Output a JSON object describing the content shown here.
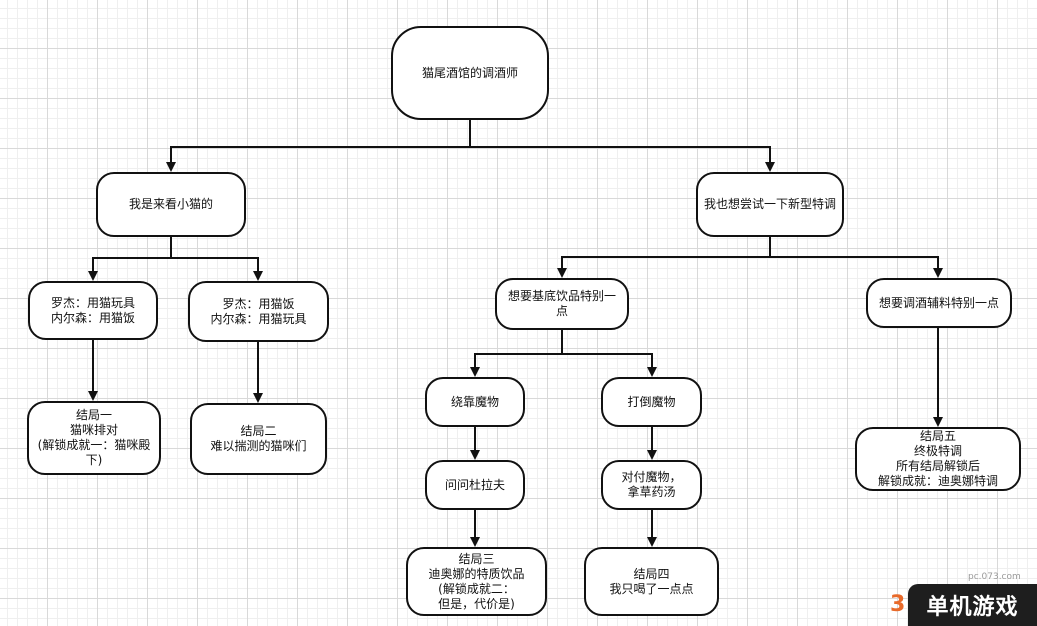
{
  "nodes": {
    "root": "猫尾酒馆的调酒师",
    "see_cat": "我是来看小猫的",
    "try_new": "我也想尝试一下新型特调",
    "rojie_toy": "罗杰：用猫玩具\n内尔森：用猫饭",
    "rojie_food": "罗杰：用猫饭\n内尔森：用猫玩具",
    "ending1": "结局一\n猫咪排对\n(解锁成就一：猫咪殿下)",
    "ending2": "结局二\n难以揣测的猫咪们",
    "base_drink": "想要基底饮品特别一点",
    "aux": "想要调酒辅料特别一点",
    "bypass": "绕靠魔物",
    "defeat": "打倒魔物",
    "ask_dulafu": "问问杜拉夫",
    "deal_monster": "对付魔物，\n拿草药汤",
    "ending3": "结局三\n迪奥娜的特质饮品\n(解锁成就二：\n但是，代价是)",
    "ending4": "结局四\n我只喝了一点点",
    "ending5": "结局五\n终极特调\n所有结局解锁后\n解锁成就：迪奥娜特调"
  },
  "watermark": {
    "brand": "单机游戏",
    "url": "pc.073.com",
    "num": "3"
  }
}
